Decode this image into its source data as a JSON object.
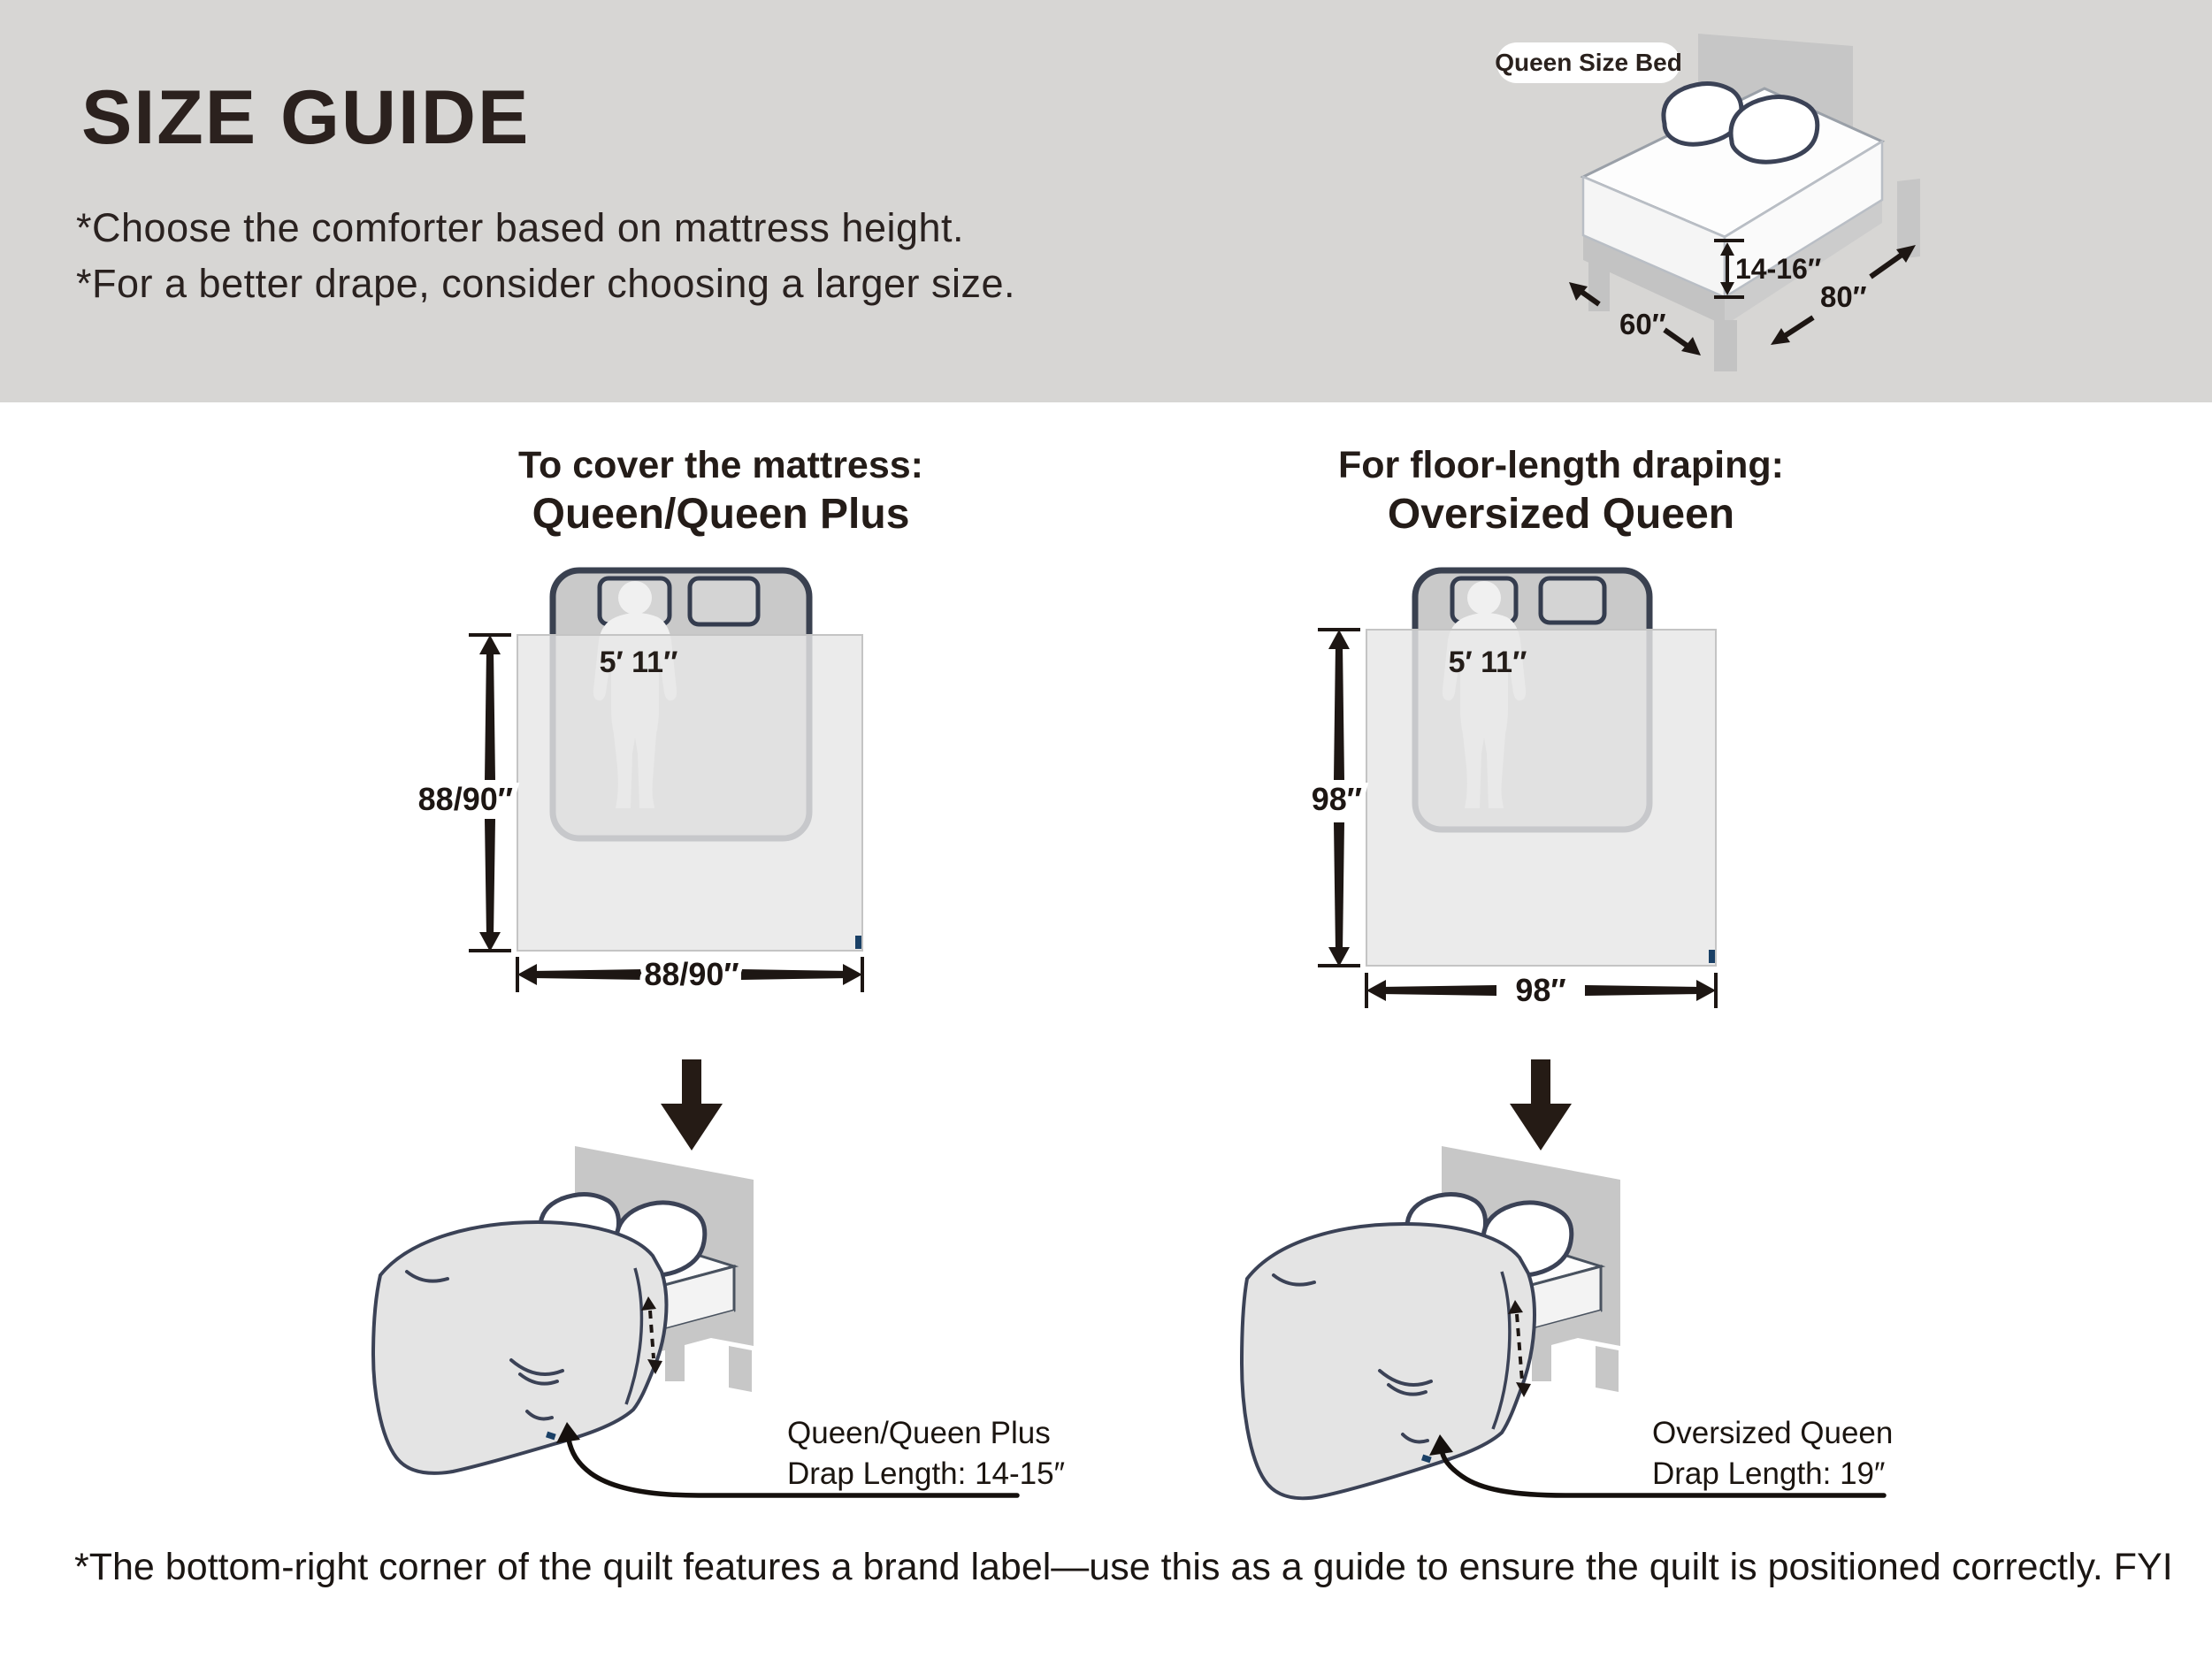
{
  "banner": {
    "title": "SIZE GUIDE",
    "notes": [
      "*Choose the comforter based on mattress height.",
      "*For a better drape, consider choosing a larger size."
    ],
    "bed_label": "Queen Size Bed",
    "bed_dims": {
      "height": "14-16″",
      "width": "60″",
      "length": "80″"
    }
  },
  "columns": [
    {
      "heading_line1": "To cover the mattress:",
      "heading_line2": "Queen/Queen Plus",
      "person_height": "5′ 11″",
      "side_label": "88/90″",
      "bottom_label": "88/90″",
      "caption_line1": "Queen/Queen Plus",
      "caption_line2": "Drap Length: 14-15″"
    },
    {
      "heading_line1": "For floor-length draping:",
      "heading_line2": "Oversized Queen",
      "person_height": "5′ 11″",
      "side_label": "98″",
      "bottom_label": "98″",
      "caption_line1": "Oversized Queen",
      "caption_line2": "Drap Length: 19″"
    }
  ],
  "footnote": "*The bottom-right corner of the quilt features a brand label—use this as a guide to ensure the quilt is positioned correctly.  FYI",
  "colors": {
    "banner": "#d7d6d4",
    "navy_outline": "#3b4256",
    "brand_tag": "#1a4066",
    "ink": "#241c18"
  }
}
